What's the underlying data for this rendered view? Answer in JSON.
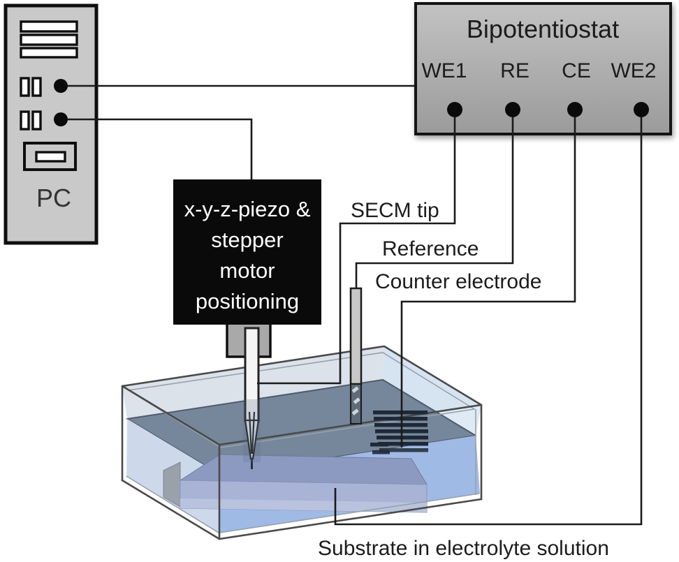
{
  "pc": {
    "label": "PC"
  },
  "bipotentiostat": {
    "title": "Bipotentiostat",
    "terminals": [
      "WE1",
      "RE",
      "CE",
      "WE2"
    ]
  },
  "positioner": {
    "lines": [
      "x-y-z-piezo &",
      "stepper",
      "motor",
      "positioning"
    ]
  },
  "labels": {
    "secm_tip": "SECM tip",
    "reference": "Reference",
    "counter_electrode": "Counter electrode",
    "substrate": "Substrate in electrolyte solution"
  },
  "colors": {
    "pc_gray": "#c9c9c9",
    "device_gray_top": "#c2c2c2",
    "device_gray_bottom": "#9b9b9b",
    "positioner_black": "#0a0a0a",
    "connector_gray": "#a9a9a9",
    "wire_black": "#1a1a1a",
    "glass_top": "#eef3f8",
    "wall_back_left": "#dbe2e9",
    "wall_back_right": "#d6e4f2",
    "wall_front_left": "#dde3ea",
    "wall_front_right": "#e0eaf5",
    "liquid_surface": "#76879b",
    "liquid_front": "#a0bae6",
    "liquid_front_left": "#cdd9eb",
    "substrate_top": "#8c9ac2",
    "substrate_front": "#a8b3d6",
    "substrate_strip": "#b9c3de",
    "substrate_end": "#99a1ab",
    "electrode_dark": "#1f2936",
    "ref_tube_gray": "#c8c8c8",
    "ref_tube_submerged": "#5e6b7a"
  }
}
